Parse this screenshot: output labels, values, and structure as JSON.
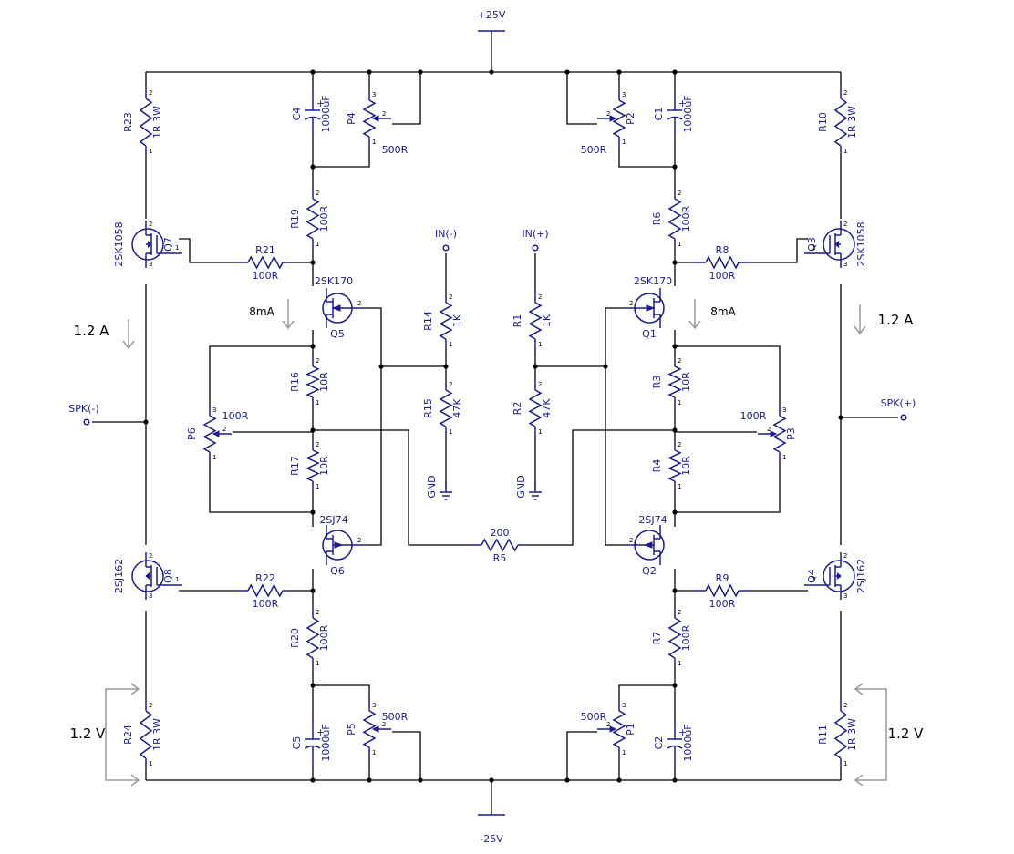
{
  "rails": {
    "positive": "+25V",
    "negative": "-25V"
  },
  "io": {
    "in_minus": "IN(-)",
    "in_plus": "IN(+)",
    "spk_minus": "SPK(-)",
    "spk_plus": "SPK(+)",
    "gnd_left": "GND",
    "gnd_right": "GND"
  },
  "annotations": {
    "current_left": "1.2  A",
    "current_right": "1.2  A",
    "bias_left": "8mA",
    "bias_right": "8mA",
    "volt_left": "1.2  V",
    "volt_right": "1.2  V"
  },
  "components": {
    "R23": {
      "ref": "R23",
      "value": "1R 3W"
    },
    "R10": {
      "ref": "R10",
      "value": "1R 3W"
    },
    "R24": {
      "ref": "R24",
      "value": "1R 3W"
    },
    "R11": {
      "ref": "R11",
      "value": "1R 3W"
    },
    "C4": {
      "ref": "C4",
      "value": "1000uF"
    },
    "C1": {
      "ref": "C1",
      "value": "1000uF"
    },
    "C5": {
      "ref": "C5",
      "value": "1000uF"
    },
    "C2": {
      "ref": "C2",
      "value": "1000uF"
    },
    "P4": {
      "ref": "P4",
      "value": "500R"
    },
    "P2": {
      "ref": "P2",
      "value": "500R"
    },
    "P5": {
      "ref": "P5",
      "value": "500R"
    },
    "P1": {
      "ref": "P1",
      "value": "500R"
    },
    "P6": {
      "ref": "P6",
      "value": "100R"
    },
    "P3": {
      "ref": "P3",
      "value": "100R"
    },
    "R19": {
      "ref": "R19",
      "value": "100R"
    },
    "R6": {
      "ref": "R6",
      "value": "100R"
    },
    "R20": {
      "ref": "R20",
      "value": "100R"
    },
    "R7": {
      "ref": "R7",
      "value": "100R"
    },
    "R21": {
      "ref": "R21",
      "value": "100R"
    },
    "R8": {
      "ref": "R8",
      "value": "100R"
    },
    "R22": {
      "ref": "R22",
      "value": "100R"
    },
    "R9": {
      "ref": "R9",
      "value": "100R"
    },
    "R16": {
      "ref": "R16",
      "value": "10R"
    },
    "R17": {
      "ref": "R17",
      "value": "10R"
    },
    "R3": {
      "ref": "R3",
      "value": "10R"
    },
    "R4": {
      "ref": "R4",
      "value": "10R"
    },
    "R14": {
      "ref": "R14",
      "value": "1K"
    },
    "R1": {
      "ref": "R1",
      "value": "1K"
    },
    "R15": {
      "ref": "R15",
      "value": "47K"
    },
    "R2": {
      "ref": "R2",
      "value": "47K"
    },
    "R5": {
      "ref": "R5",
      "value": "200"
    },
    "Q7": {
      "ref": "Q7",
      "value": "2SK1058"
    },
    "Q3": {
      "ref": "Q3",
      "value": "2SK1058"
    },
    "Q8": {
      "ref": "Q8",
      "value": "2SJ162"
    },
    "Q4": {
      "ref": "Q4",
      "value": "2SJ162"
    },
    "Q5": {
      "ref": "Q5",
      "value": "2SK170"
    },
    "Q1": {
      "ref": "Q1",
      "value": "2SK170"
    },
    "Q6": {
      "ref": "Q6",
      "value": "2SJ74"
    },
    "Q2": {
      "ref": "Q2",
      "value": "2SJ74"
    }
  }
}
